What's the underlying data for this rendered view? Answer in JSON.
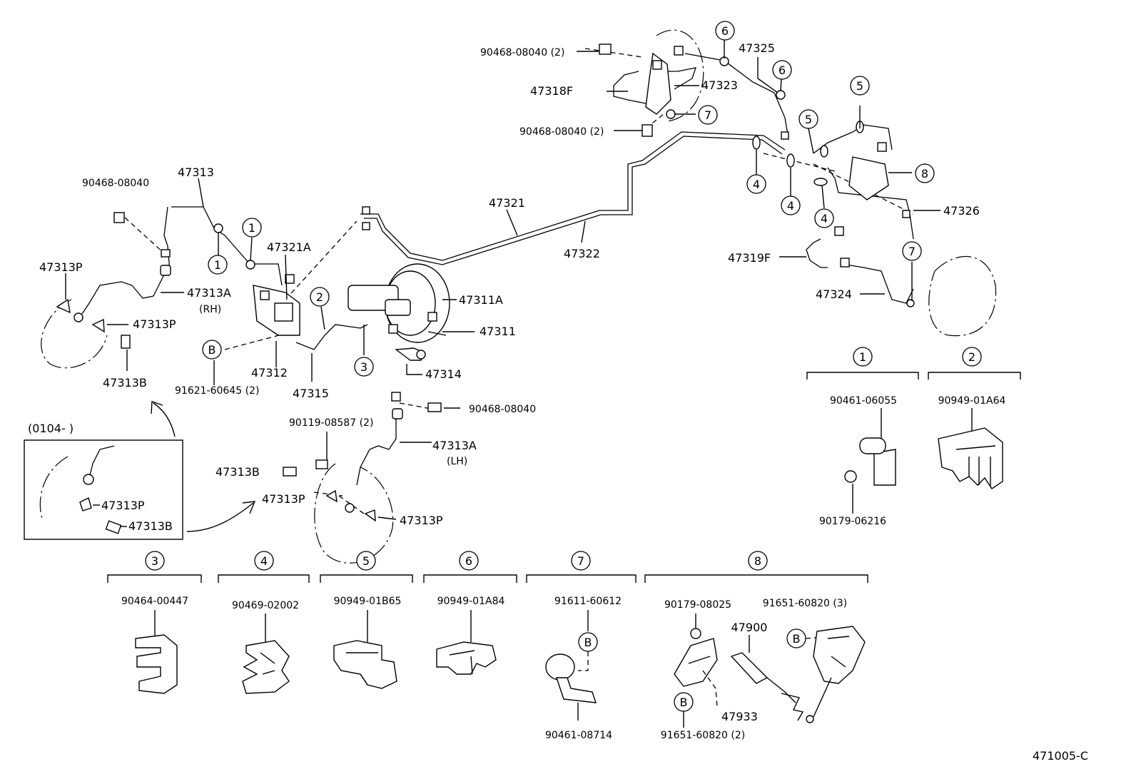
{
  "labels": {
    "p90468_08040_2a": "90468-08040 (2)",
    "p90468_08040_2b": "90468-08040 (2)",
    "p47318F": "47318F",
    "p47323": "47323",
    "p47325": "47325",
    "p90468_08040_left": "90468-08040",
    "p47313": "47313",
    "p47313P_a": "47313P",
    "p47313A_rh": "47313A",
    "rh": "(RH)",
    "p47313P_b": "47313P",
    "p47313B_a": "47313B",
    "p47321A": "47321A",
    "p47321": "47321",
    "p47322": "47322",
    "p47311A": "47311A",
    "p47311": "47311",
    "p47314": "47314",
    "p47312": "47312",
    "p47315": "47315",
    "p91621_60645": "91621-60645 (2)",
    "p90468_08040_mid": "90468-08040",
    "p90119_08587": "90119-08587 (2)",
    "p47313A_lh": "47313A",
    "lh": "(LH)",
    "p47313B_b": "47313B",
    "p47313P_c": "47313P",
    "p47313P_d": "47313P",
    "inset_code": "(0104-        )",
    "p47313P_inset": "47313P",
    "p47313B_inset": "47313B",
    "p47319F": "47319F",
    "p47324": "47324",
    "p47326": "47326",
    "diagram_code": "471005-C"
  },
  "callouts": {
    "one": "1",
    "two": "2",
    "three": "3",
    "four": "4",
    "five": "5",
    "six": "6",
    "seven": "7",
    "eight": "8",
    "b": "B"
  },
  "legend": {
    "g1_part": "90461-06055",
    "g1_part2": "90179-06216",
    "g2_part": "90949-01A64",
    "g3_part": "90464-00447",
    "g4_part": "90469-02002",
    "g5_part": "90949-01B65",
    "g6_part": "90949-01A84",
    "g7_part": "91611-60612",
    "g7_part2": "90461-08714",
    "g8_part_a": "90179-08025",
    "g8_part_b": "91651-60820 (3)",
    "g8_part_c": "47900",
    "g8_part_d": "47933",
    "g8_part_e": "91651-60820 (2)"
  }
}
